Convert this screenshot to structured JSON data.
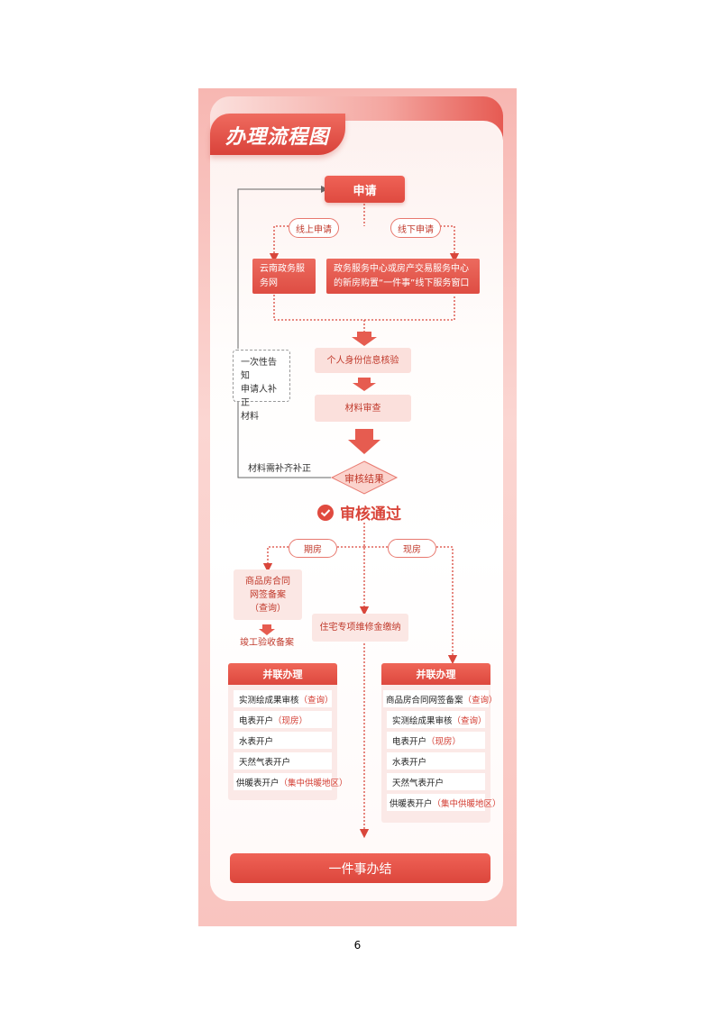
{
  "title": "办理流程图",
  "apply": "申请",
  "online_apply": "线上申请",
  "offline_apply": "线下申请",
  "online_channel": [
    "云南政务服",
    "务网"
  ],
  "offline_channel": [
    "政务服务中心或房产交易服务中心",
    "的新房购置“一件事”线下服务窗口"
  ],
  "identity_check": "个人身份信息核验",
  "material_review": "材料审查",
  "notice_box": [
    "一次性告知",
    "申请人补正",
    "材料"
  ],
  "supplement_label": "材料需补齐补正",
  "review_result": "审核结果",
  "passed": "审核通过",
  "presale": "期房",
  "existing": "现房",
  "contract_filing": [
    "商品房合同",
    "网签备案",
    "（查询）"
  ],
  "completion_filing": "竣工验收备案",
  "maintenance_fund": "住宅专项维修金缴纳",
  "left_panel": {
    "header": "并联办理",
    "items": [
      {
        "text": "实测绘成果审核",
        "note": "（查询）"
      },
      {
        "text": "电表开户",
        "note": "（现房）"
      },
      {
        "text": "水表开户",
        "note": ""
      },
      {
        "text": "天然气表开户",
        "note": ""
      },
      {
        "text": "供暖表开户",
        "note": "（集中供暖地区）"
      }
    ]
  },
  "right_panel": {
    "header": "并联办理",
    "items": [
      {
        "text": "商品房合同网签备案",
        "note": "（查询）"
      },
      {
        "text": "实测绘成果审核",
        "note": "（查询）"
      },
      {
        "text": "电表开户",
        "note": "（现房）"
      },
      {
        "text": "水表开户",
        "note": ""
      },
      {
        "text": "天然气表开户",
        "note": ""
      },
      {
        "text": "供暖表开户",
        "note": "（集中供暖地区）"
      }
    ]
  },
  "final": "一件事办结",
  "page_number": "6",
  "colors": {
    "accent": "#df4a40",
    "light": "#fbe0dc",
    "frame": "#f7b7b2"
  }
}
